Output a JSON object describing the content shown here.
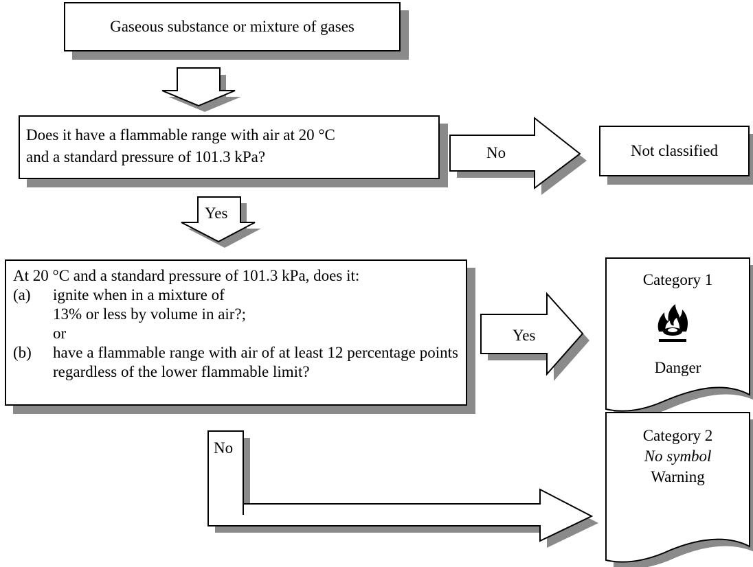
{
  "start": {
    "text": "Gaseous substance or mixture of gases"
  },
  "q1": {
    "line1": "Does it have a flammable range with air at 20 °C",
    "line2": "and a standard pressure of 101.3 kPa?"
  },
  "no1": {
    "label": "No"
  },
  "not_classified": {
    "text": "Not classified"
  },
  "yes1": {
    "label": "Yes"
  },
  "q2": {
    "intro": "At 20 °C and a standard pressure of 101.3 kPa, does it:",
    "a_label": "(a)",
    "a_text": "ignite when in a mixture of 13% or less by volume in air?; or",
    "b_label": "(b)",
    "b_text": "have a flammable range with air of at least 12 percentage points regardless of the lower flammable limit?"
  },
  "yes2": {
    "label": "Yes"
  },
  "cat1": {
    "title": "Category 1",
    "signal": "Danger",
    "symbol": "flame-icon"
  },
  "no2": {
    "label": "No"
  },
  "cat2": {
    "title": "Category 2",
    "symbol_text": "No symbol",
    "signal": "Warning"
  },
  "colors": {
    "shadow": "#8a8a8a",
    "stroke": "#000000",
    "fill": "#ffffff"
  }
}
